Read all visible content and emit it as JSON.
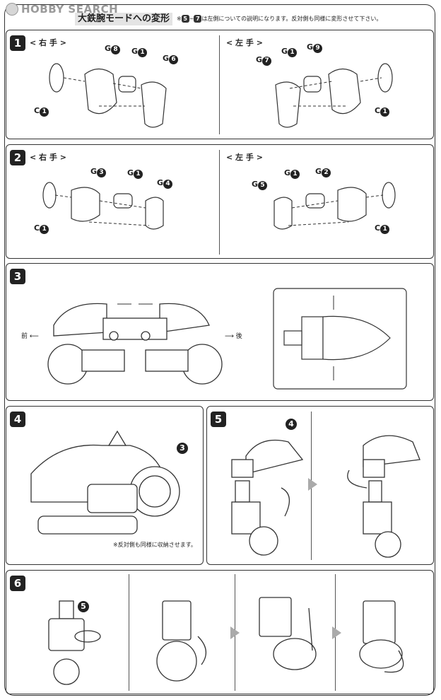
{
  "watermark": "HOBBY SEARCH",
  "header": {
    "title": "大鉄腕モードへの変形",
    "note_prefix": "※",
    "note_from": "5",
    "note_sep": "~",
    "note_to": "7",
    "note_text": "は左側についての説明になります。反対側も同様に変形させて下さい。"
  },
  "steps": [
    {
      "number": "1"
    },
    {
      "number": "2"
    },
    {
      "number": "3"
    },
    {
      "number": "4"
    },
    {
      "number": "5"
    },
    {
      "number": "6"
    }
  ],
  "hand_labels": {
    "right": "< 右 手 >",
    "left": "< 左 手 >"
  },
  "step1": {
    "right": {
      "g_a": "G",
      "g_a_num": "8",
      "g_b": "G",
      "g_b_num": "1",
      "g_c": "G",
      "g_c_num": "6",
      "c": "C",
      "c_num": "1"
    },
    "left": {
      "g_a": "G",
      "g_a_num": "7",
      "g_b": "G",
      "g_b_num": "1",
      "g_c": "G",
      "g_c_num": "9",
      "c": "C",
      "c_num": "1"
    }
  },
  "step2": {
    "right": {
      "g_a": "G",
      "g_a_num": "3",
      "g_b": "G",
      "g_b_num": "1",
      "g_c": "G",
      "g_c_num": "4",
      "c": "C",
      "c_num": "1"
    },
    "left": {
      "g_a": "G",
      "g_a_num": "5",
      "g_b": "G",
      "g_b_num": "1",
      "g_c": "G",
      "g_c_num": "2",
      "c": "C",
      "c_num": "1"
    }
  },
  "step3": {
    "front": "前",
    "back": "後"
  },
  "step4": {
    "callout": "3",
    "note": "※反対側も同様に収納させます。"
  },
  "step5": {
    "callout": "4"
  },
  "step6": {
    "callout": "5"
  }
}
